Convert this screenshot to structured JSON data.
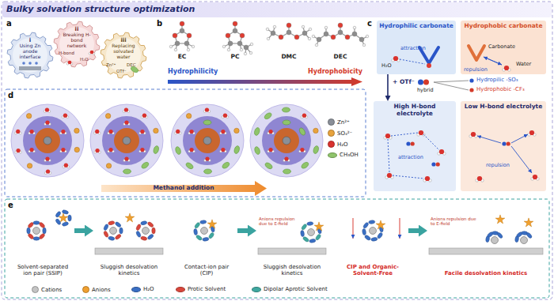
{
  "diagram": {
    "title": "Bulky solvation structure optimization",
    "nodes": [
      {
        "text": [
          "i",
          "Using Zn anode interface"
        ]
      },
      {
        "text": [
          "ii",
          "Breaking H-bond network"
        ]
      },
      {
        "text": [
          "iii",
          "Replacing solvated water"
        ]
      },
      {
        "text": [
          "Hydrophilic carbonate"
        ]
      },
      {
        "text": [
          "Hydrophobic carbonate"
        ]
      },
      {
        "text": [
          "High H-bond electrolyte"
        ]
      },
      {
        "text": [
          "Low H-bond electrolyte"
        ]
      },
      {
        "text": [
          "Solvent-separated ion pair (SSIP)"
        ]
      },
      {
        "text": [
          "Sluggish desolvation kinetics"
        ]
      },
      {
        "text": [
          "Contact-ion pair (CIP)"
        ]
      },
      {
        "text": [
          "Sluggish desolvation kinetics"
        ]
      },
      {
        "text": [
          "CIP and Organic-Solvent-Free"
        ]
      },
      {
        "text": [
          "Facile desolvation kinetics"
        ]
      }
    ],
    "edges": [
      {
        "from": 3,
        "to": 5,
        "arrow": "to",
        "label": "+ OTf⁻"
      },
      {
        "from": 7,
        "to": 8,
        "arrow": "to"
      },
      {
        "from": 9,
        "to": 10,
        "arrow": "to"
      },
      {
        "from": 11,
        "to": 12,
        "arrow": "to"
      }
    ],
    "labels": [
      "a",
      "b",
      "c",
      "d",
      "e",
      "H-bond",
      "H₂O",
      "Zn²⁺",
      "DEC",
      "OTf⁻",
      "EC",
      "PC",
      "DMC",
      "DEC",
      "Hydrophilicity",
      "Hydrophobicity",
      "attraction",
      "H₂O",
      "repulsion",
      "Carbonate",
      "Water",
      "hybrid",
      "Hydropilic -SO₃",
      "Hydrophobic -CF₃",
      "attraction",
      "repulsion",
      "Methanol addition",
      "Anions repulsion due to E-field",
      "Anions repulsion due to E-field"
    ],
    "legend": [
      {
        "text": "Zn²⁺",
        "color": "#8a8f98"
      },
      {
        "text": "SO₄²⁻",
        "color": "#e8a33d"
      },
      {
        "text": "H₂O",
        "color": "#d9322e"
      },
      {
        "text": "CH₃OH",
        "color": "#8fc46a"
      },
      {
        "text": "Cations",
        "color": "#c4c4c4"
      },
      {
        "text": "Anions",
        "color": "#f0a030"
      },
      {
        "text": "H₂O",
        "color": "#3a6fc4"
      },
      {
        "text": "Protic Solvent",
        "color": "#d9463b"
      },
      {
        "text": "Dipolar Aprotic Solvent",
        "color": "#3fa8a0"
      }
    ]
  }
}
